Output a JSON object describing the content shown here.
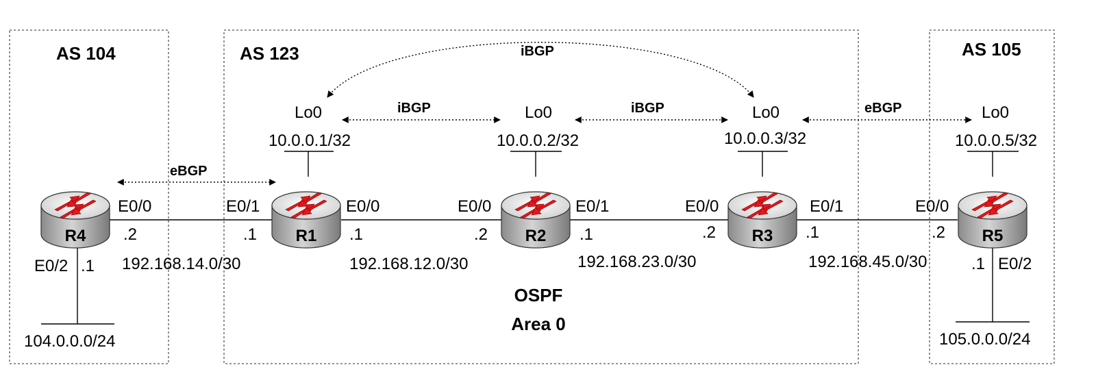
{
  "as_boxes": {
    "as104": "AS 104",
    "as123": "AS 123",
    "as105": "AS 105"
  },
  "routers": {
    "r1": "R1",
    "r2": "R2",
    "r3": "R3",
    "r4": "R4",
    "r5": "R5"
  },
  "loopbacks": {
    "r1": {
      "name": "Lo0",
      "addr": "10.0.0.1/32"
    },
    "r2": {
      "name": "Lo0",
      "addr": "10.0.0.2/32"
    },
    "r3": {
      "name": "Lo0",
      "addr": "10.0.0.3/32"
    },
    "r5": {
      "name": "Lo0",
      "addr": "10.0.0.5/32"
    }
  },
  "sessions": {
    "r1_r2": "iBGP",
    "r2_r3": "iBGP",
    "r1_r3": "iBGP",
    "r4_r1": "eBGP",
    "r3_r5": "eBGP"
  },
  "interfaces": {
    "r4_e00": "E0/0",
    "r4_e00_ip": ".2",
    "r4_e02": "E0/2",
    "r4_e02_ip": ".1",
    "r1_e01": "E0/1",
    "r1_e01_ip": ".1",
    "r1_e00": "E0/0",
    "r1_e00_ip": ".1",
    "r2_e00": "E0/0",
    "r2_e00_ip": ".2",
    "r2_e01": "E0/1",
    "r2_e01_ip": ".1",
    "r3_e00": "E0/0",
    "r3_e00_ip": ".2",
    "r3_e01": "E0/1",
    "r3_e01_ip": ".1",
    "r5_e00": "E0/0",
    "r5_e00_ip": ".2",
    "r5_e02": "E0/2",
    "r5_e02_ip": ".1"
  },
  "subnets": {
    "r4_r1": "192.168.14.0/30",
    "r1_r2": "192.168.12.0/30",
    "r2_r3": "192.168.23.0/30",
    "r3_r5": "192.168.45.0/30",
    "r4_lan": "104.0.0.0/24",
    "r5_lan": "105.0.0.0/24"
  },
  "igp": {
    "protocol": "OSPF",
    "area": "Area 0"
  },
  "colors": {
    "router_arrow": "#e8161b",
    "router_body": "#b8b8b8",
    "router_top": "#e6e6e6"
  }
}
